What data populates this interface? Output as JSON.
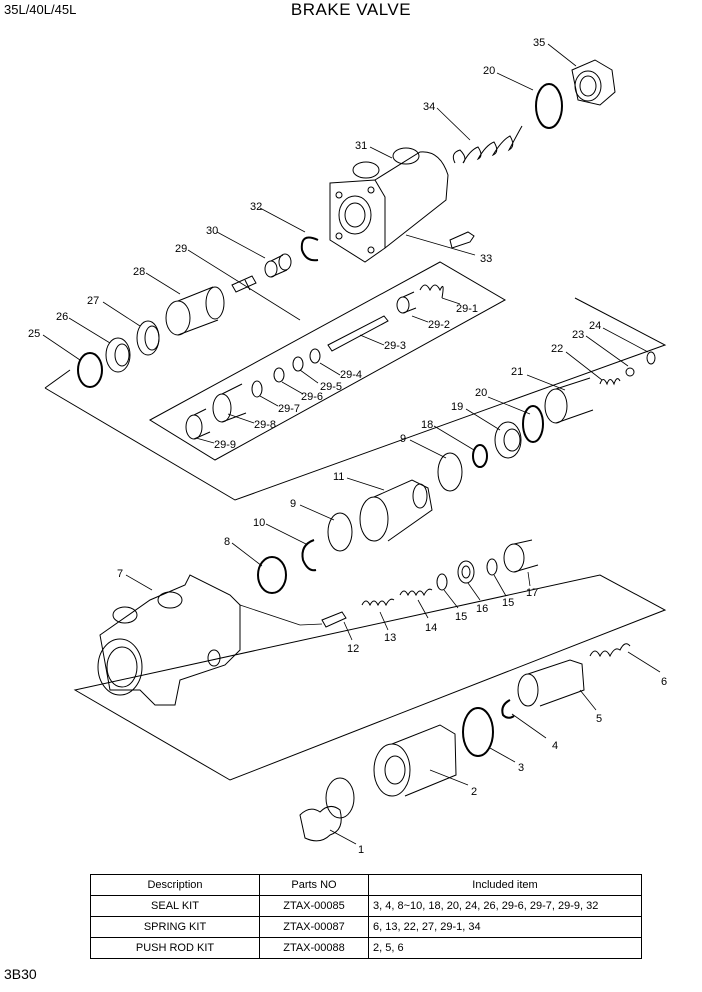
{
  "header": {
    "model": "35L/40L/45L",
    "title": "BRAKE VALVE"
  },
  "page_code": "3B30",
  "callouts": {
    "p35": "35",
    "p20a": "20",
    "p34": "34",
    "p31": "31",
    "p32": "32",
    "p33": "33",
    "p30": "30",
    "p29": "29",
    "p28": "28",
    "p27": "27",
    "p26": "26",
    "p25": "25",
    "p29_1": "29-1",
    "p29_2": "29-2",
    "p29_3": "29-3",
    "p29_4": "29-4",
    "p29_5": "29-5",
    "p29_6": "29-6",
    "p29_7": "29-7",
    "p29_8": "29-8",
    "p29_9": "29-9",
    "p24": "24",
    "p23": "23",
    "p22": "22",
    "p21": "21",
    "p20b": "20",
    "p19": "19",
    "p18": "18",
    "p9a": "9",
    "p11": "11",
    "p9b": "9",
    "p10": "10",
    "p8": "8",
    "p7": "7",
    "p12": "12",
    "p13": "13",
    "p14": "14",
    "p15a": "15",
    "p16": "16",
    "p15b": "15",
    "p17": "17",
    "p6": "6",
    "p5": "5",
    "p4": "4",
    "p3": "3",
    "p2": "2",
    "p1": "1"
  },
  "kit_table": {
    "headers": [
      "Description",
      "Parts NO",
      "Included item"
    ],
    "rows": [
      [
        "SEAL KIT",
        "ZTAX-00085",
        "3, 4, 8~10, 18, 20, 24, 26, 29-6, 29-7, 29-9, 32"
      ],
      [
        "SPRING KIT",
        "ZTAX-00087",
        "6, 13, 22, 27, 29-1, 34"
      ],
      [
        "PUSH ROD KIT",
        "ZTAX-00088",
        "2, 5, 6"
      ]
    ]
  }
}
